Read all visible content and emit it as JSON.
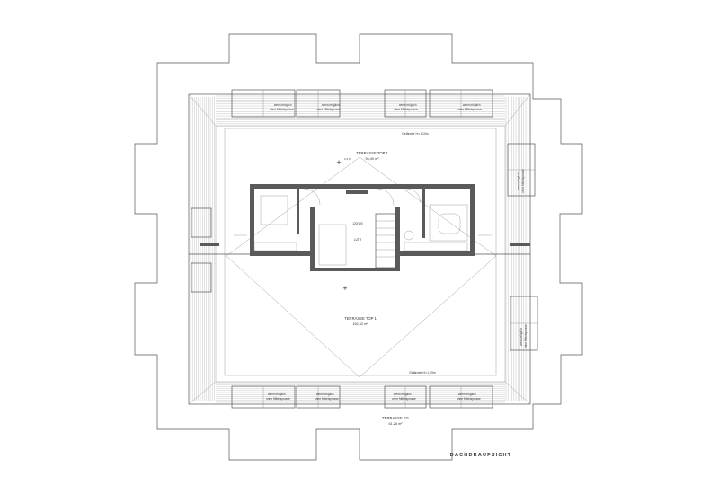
{
  "drawing": {
    "title": "DACHDRAUFSICHT",
    "terraces": [
      {
        "id": "terrace-top1-north",
        "name": "TERRASSE TOP 1",
        "area": "56,40 m²"
      },
      {
        "id": "terrace-top1-south",
        "name": "TERRASSE TOP 1",
        "area": "162,62 m²"
      },
      {
        "id": "terrace-eg",
        "name": "TERRASSE EG",
        "area": "61,28 m²"
      }
    ],
    "railing_label": "Geländer H=1,10m",
    "window_note_line1": "wenn möglich",
    "window_note_line2": "ohne Mittelsprosse",
    "stair_label_1": "120/120",
    "stair_label_2": "LUTR",
    "marker_symbol": "+",
    "marker_note": "± 0,0"
  }
}
